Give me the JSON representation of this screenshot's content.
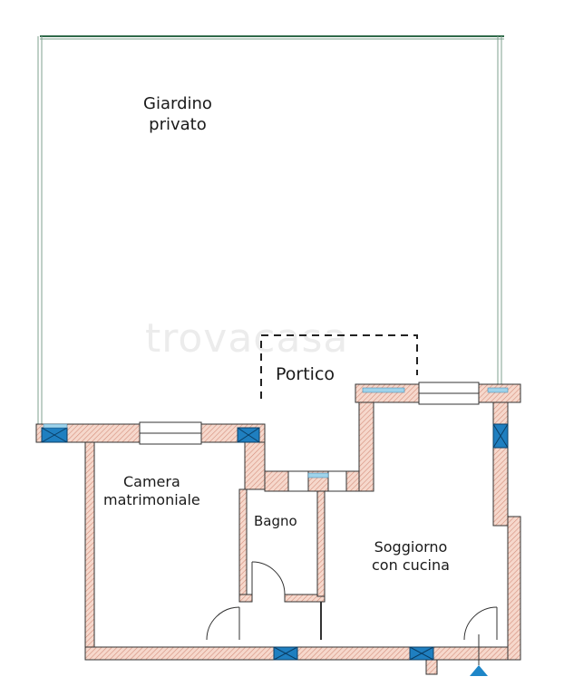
{
  "watermark": "trovacasa",
  "rooms": {
    "garden": {
      "line1": "Giardino",
      "line2": "privato"
    },
    "portico": {
      "label": "Portico"
    },
    "bedroom": {
      "line1": "Camera",
      "line2": "matrimoniale"
    },
    "bathroom": {
      "label": "Bagno"
    },
    "living": {
      "line1": "Soggiorno",
      "line2": "con cucina"
    }
  },
  "colors": {
    "wall_fill": "#f6d8cc",
    "wall_hatch": "#d48f7c",
    "wall_line": "#333333",
    "garden_edge": "#2f6a4a",
    "window_blue": "#1f7fc0",
    "window_pale": "#9fd3ea",
    "entrance_marker": "#1e86c8"
  }
}
